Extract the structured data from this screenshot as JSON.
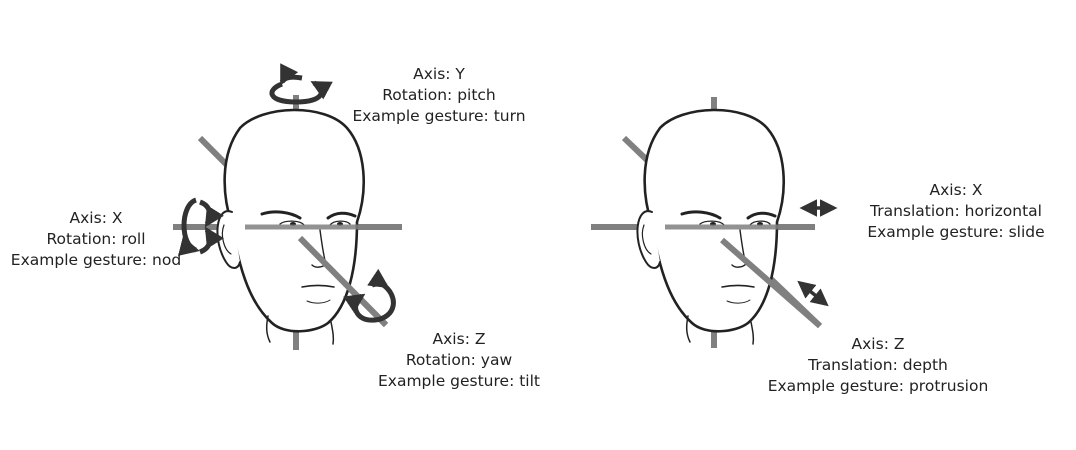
{
  "left_panel": {
    "mode": "rotation",
    "labels": {
      "y": {
        "axis": "Axis: Y",
        "motion": "Rotation: pitch",
        "gesture": "Example gesture: turn"
      },
      "x": {
        "axis": "Axis: X",
        "motion": "Rotation: roll",
        "gesture": "Example gesture: nod"
      },
      "z": {
        "axis": "Axis: Z",
        "motion": "Rotation: yaw",
        "gesture": "Example gesture: tilt"
      }
    }
  },
  "right_panel": {
    "mode": "translation",
    "labels": {
      "x": {
        "axis": "Axis: X",
        "motion": "Translation: horizontal",
        "gesture": "Example gesture: slide"
      },
      "z": {
        "axis": "Axis: Z",
        "motion": "Translation: depth",
        "gesture": "Example gesture: protrusion"
      }
    }
  },
  "colors": {
    "axis": "#808080",
    "outline": "#222222",
    "arrow": "#333333",
    "text": "#222222"
  }
}
